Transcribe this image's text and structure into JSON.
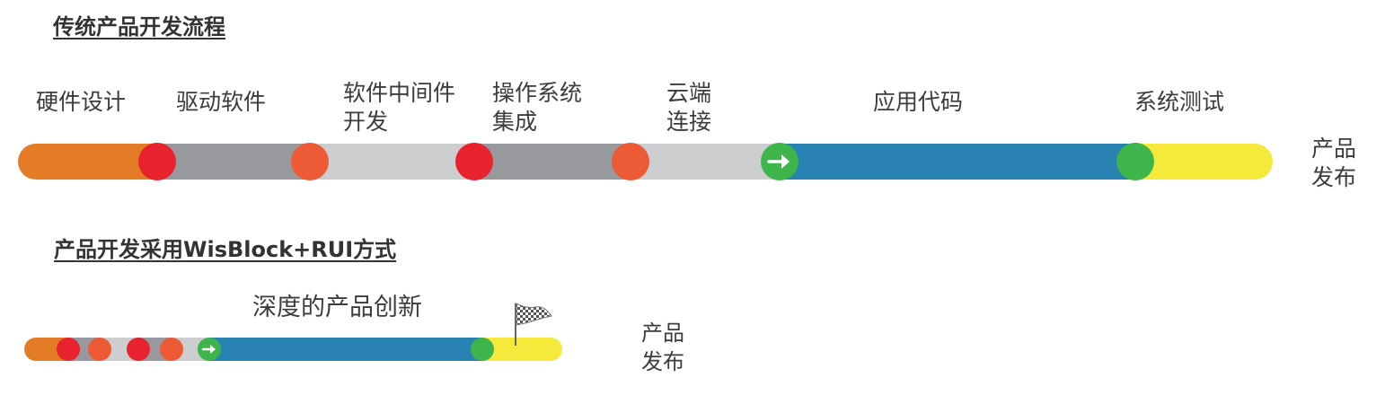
{
  "traditional": {
    "title": "传统产品开发流程",
    "stages": [
      {
        "label": "硬件设计",
        "color": "#E47B27",
        "start": 0,
        "end": 155
      },
      {
        "label": "驱动软件",
        "color": "#98999C",
        "start": 155,
        "end": 325
      },
      {
        "label": "软件中间件\n开发",
        "color": "#CDCED0",
        "start": 325,
        "end": 508
      },
      {
        "label": "操作系统\n集成",
        "color": "#98999C",
        "start": 508,
        "end": 682
      },
      {
        "label": "云端\n连接",
        "color": "#CDCED0",
        "start": 682,
        "end": 847
      },
      {
        "label": "应用代码",
        "color": "#2A82B2",
        "start": 847,
        "end": 1243
      },
      {
        "label": "系统测试",
        "color": "#F5EA3C",
        "start": 1243,
        "end": 1397
      }
    ],
    "end_label": "产品\n发布"
  },
  "wisblock": {
    "title": "产品开发采用WisBlock+RUI方式",
    "tagline": "深度的产品创新",
    "end_label": "产品\n发布"
  },
  "colors": {
    "orange": "#E47B27",
    "dark_gray": "#98999C",
    "light_gray": "#CDCED0",
    "blue": "#2A82B2",
    "yellow": "#F5EA3C",
    "red_node": "#E8232E",
    "orange_node": "#EC5B36",
    "green_node": "#3DB54A"
  },
  "icons": {
    "start_node": "arrow-right-icon",
    "flag": "checkered-flag-icon"
  }
}
